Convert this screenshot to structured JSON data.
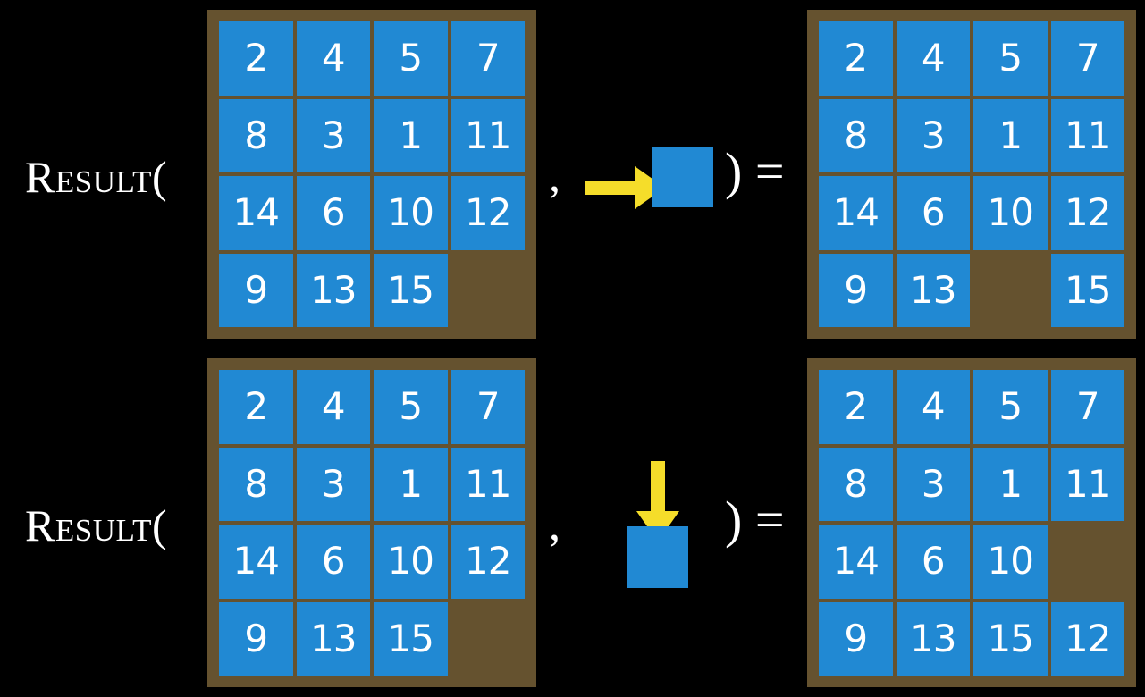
{
  "page": {
    "background_color": "#000000",
    "title": "15-puzzle RESULT function illustration"
  },
  "colors": {
    "tile": "#2189d3",
    "board_frame": "#65522f",
    "empty_cell": "#65522f",
    "arrow": "#f5dd2a",
    "text": "#ffffff",
    "background": "#000000"
  },
  "rows": [
    {
      "label": "Result(",
      "comma": ",",
      "close_paren_equals": ") =",
      "action": {
        "icon": "arrow-right-icon",
        "direction": "right",
        "description": "slide blank right"
      },
      "input_grid": {
        "name": "input-board",
        "rows": [
          [
            "2",
            "4",
            "5",
            "7"
          ],
          [
            "8",
            "3",
            "1",
            "11"
          ],
          [
            "14",
            "6",
            "10",
            "12"
          ],
          [
            "9",
            "13",
            "15",
            ""
          ]
        ]
      },
      "output_grid": {
        "name": "output-board",
        "rows": [
          [
            "2",
            "4",
            "5",
            "7"
          ],
          [
            "8",
            "3",
            "1",
            "11"
          ],
          [
            "14",
            "6",
            "10",
            "12"
          ],
          [
            "9",
            "13",
            "",
            "15"
          ]
        ]
      }
    },
    {
      "label": "Result(",
      "comma": ",",
      "close_paren_equals": ") =",
      "action": {
        "icon": "arrow-down-icon",
        "direction": "down",
        "description": "slide blank down"
      },
      "input_grid": {
        "name": "input-board",
        "rows": [
          [
            "2",
            "4",
            "5",
            "7"
          ],
          [
            "8",
            "3",
            "1",
            "11"
          ],
          [
            "14",
            "6",
            "10",
            "12"
          ],
          [
            "9",
            "13",
            "15",
            ""
          ]
        ]
      },
      "output_grid": {
        "name": "output-board",
        "rows": [
          [
            "2",
            "4",
            "5",
            "7"
          ],
          [
            "8",
            "3",
            "1",
            "11"
          ],
          [
            "14",
            "6",
            "10",
            ""
          ],
          [
            "9",
            "13",
            "15",
            "12"
          ]
        ]
      }
    }
  ]
}
